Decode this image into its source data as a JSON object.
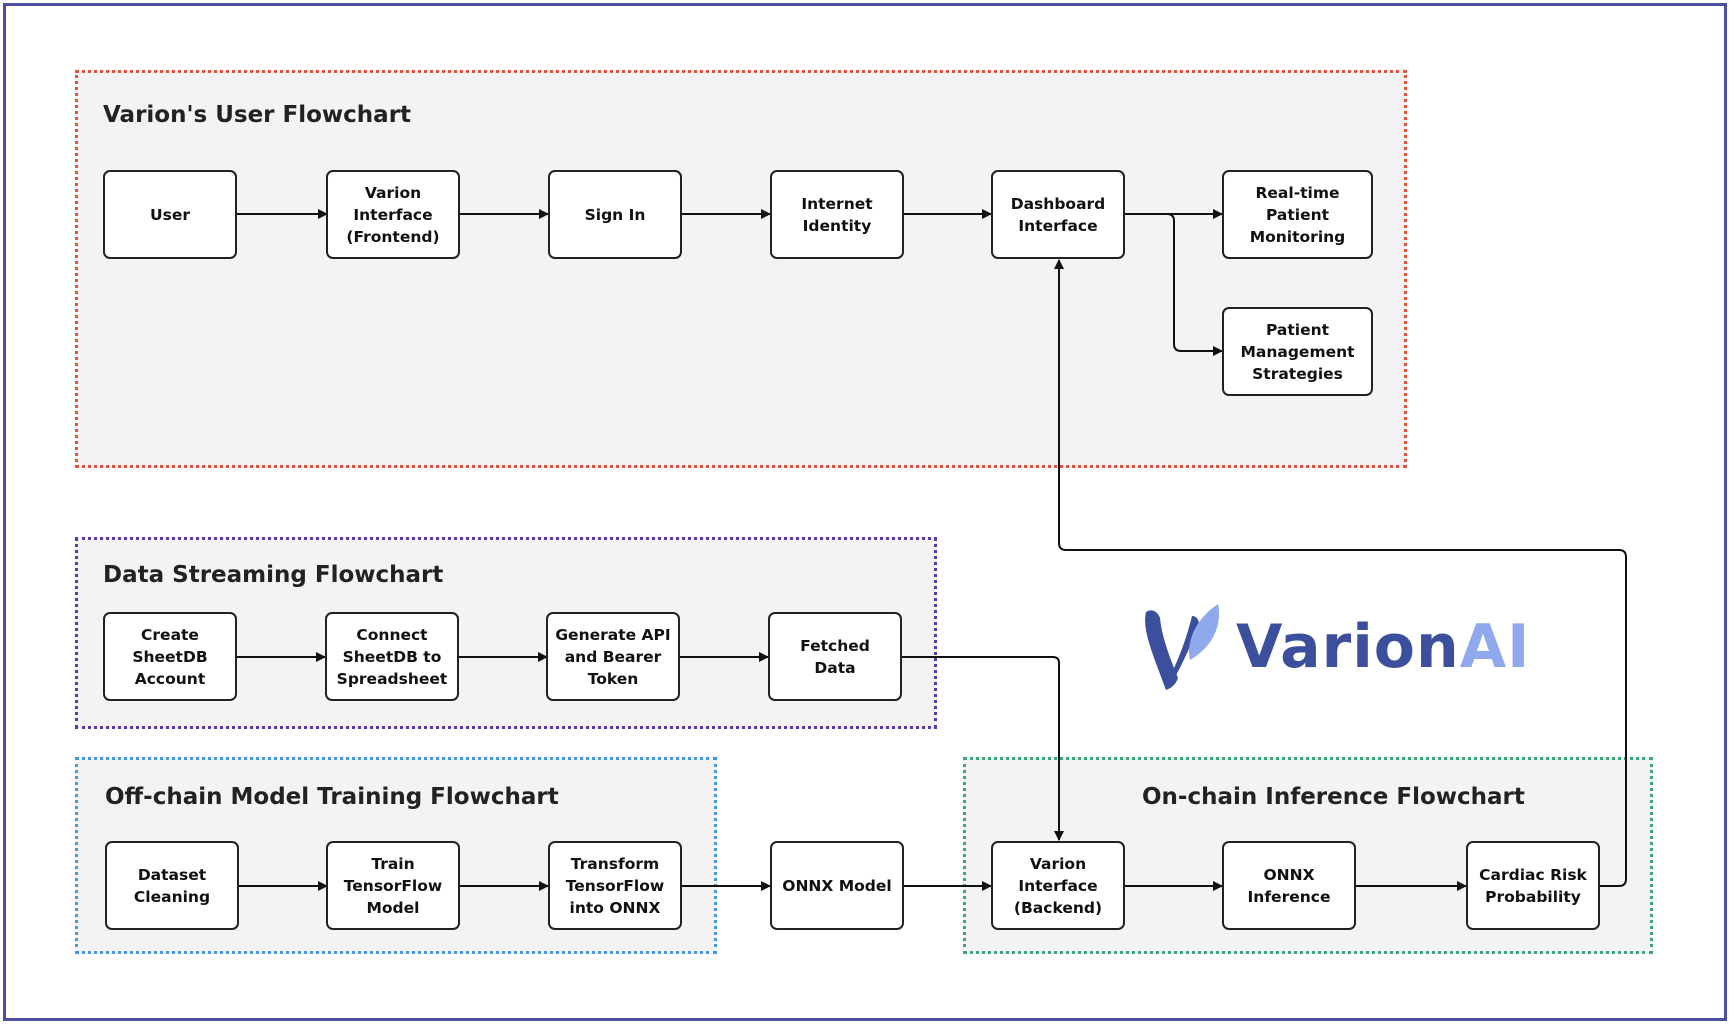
{
  "groups": {
    "user": "Varion's User Flowchart",
    "stream": "Data Streaming Flowchart",
    "train": "Off-chain Model Training Flowchart",
    "chain": "On-chain Inference Flowchart"
  },
  "nodes": {
    "user": "User",
    "frontend": "Varion\nInterface\n(Frontend)",
    "signin": "Sign In",
    "identity": "Internet\nIdentity",
    "dashboard": "Dashboard\nInterface",
    "monitoring": "Real-time\nPatient\nMonitoring",
    "management": "Patient\nManagement\nStrategies",
    "sheetdb": "Create\nSheetDB\nAccount",
    "connect": "Connect\nSheetDB to\nSpreadsheet",
    "token": "Generate API\nand Bearer\nToken",
    "fetched": "Fetched\nData",
    "cleaning": "Dataset\nCleaning",
    "trainmodel": "Train\nTensorFlow\nModel",
    "transform": "Transform\nTensorFlow\ninto ONNX",
    "onnxmodel": "ONNX Model",
    "backend": "Varion\nInterface\n(Backend)",
    "onnxinf": "ONNX\nInference",
    "cardiac": "Cardiac Risk\nProbability"
  },
  "logo": {
    "part1": "Varion",
    "part2": "AI",
    "color_dark": "#3c4f9c",
    "color_light": "#8fa9ec"
  }
}
